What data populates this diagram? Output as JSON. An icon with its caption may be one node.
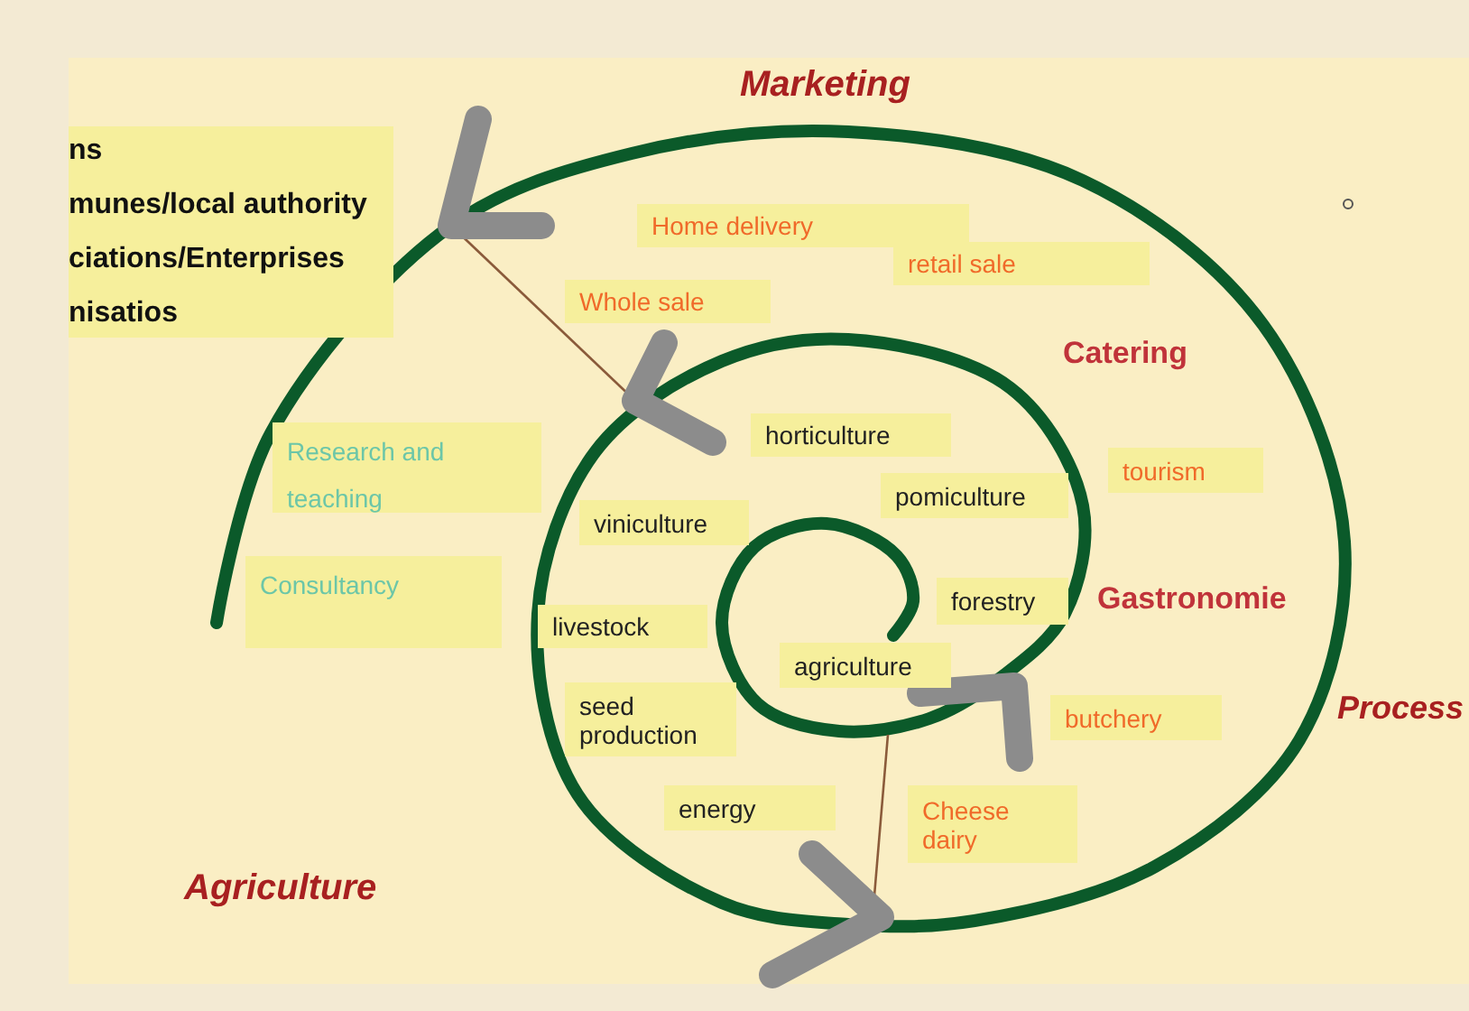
{
  "diagram": {
    "nodes": [
      {
        "text": [
          "ns",
          "munes/local authority",
          "ciations/Enterprises",
          "nisatios"
        ]
      },
      {
        "text": [
          "Home delivery"
        ]
      },
      {
        "text": [
          "retail sale"
        ]
      },
      {
        "text": [
          "Whole sale"
        ]
      },
      {
        "text": [
          "Research and teaching"
        ]
      },
      {
        "text": [
          "horticulture"
        ]
      },
      {
        "text": [
          "tourism"
        ]
      },
      {
        "text": [
          "pomiculture"
        ]
      },
      {
        "text": [
          "viniculture"
        ]
      },
      {
        "text": [
          "Consultancy"
        ]
      },
      {
        "text": [
          "forestry"
        ]
      },
      {
        "text": [
          "livestock"
        ]
      },
      {
        "text": [
          "agriculture"
        ]
      },
      {
        "text": [
          "seed production"
        ]
      },
      {
        "text": [
          "butchery"
        ]
      },
      {
        "text": [
          "energy"
        ]
      },
      {
        "text": [
          "Cheese dairy"
        ]
      }
    ],
    "labels": [
      "Marketing",
      "Catering",
      "Gastronomie",
      "Process",
      "Agriculture"
    ]
  }
}
